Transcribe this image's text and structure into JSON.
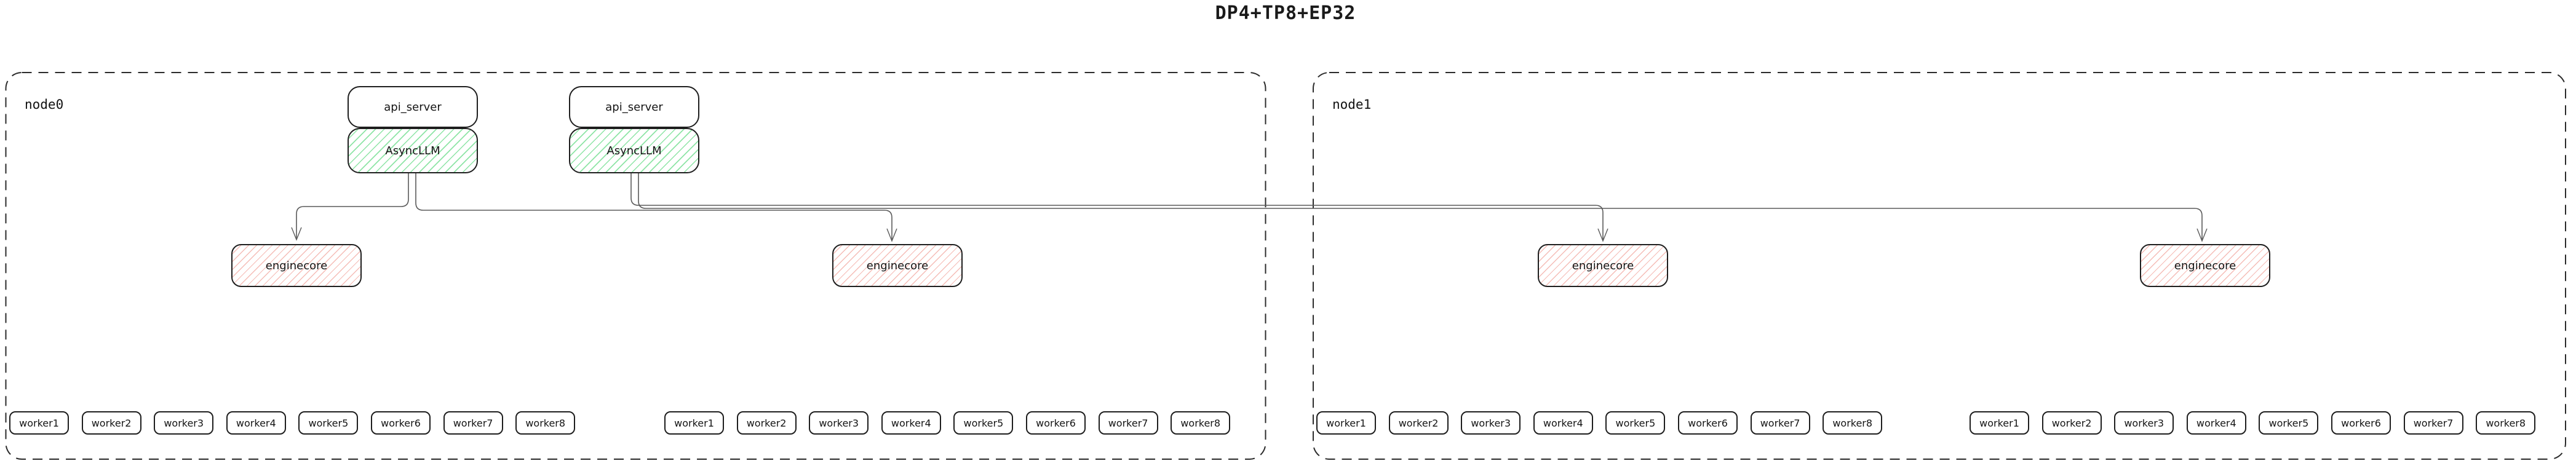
{
  "title": "DP4+TP8+EP32",
  "colors": {
    "box_border": "#1e1e1e",
    "node_border": "#2b2b2b",
    "connector": "#5a5a5a",
    "green_hatch": "#7ae096",
    "pink_hatch": "#f2a69e",
    "text": "#111111",
    "background": "#ffffff"
  },
  "nodes": [
    {
      "label": "node0",
      "stacks": [
        {
          "api": "api_server",
          "llm": "AsyncLLM"
        },
        {
          "api": "api_server",
          "llm": "AsyncLLM"
        }
      ],
      "enginecores": [
        "enginecore",
        "enginecore"
      ],
      "worker_groups": [
        [
          "worker1",
          "worker2",
          "worker3",
          "worker4",
          "worker5",
          "worker6",
          "worker7",
          "worker8"
        ],
        [
          "worker1",
          "worker2",
          "worker3",
          "worker4",
          "worker5",
          "worker6",
          "worker7",
          "worker8"
        ]
      ]
    },
    {
      "label": "node1",
      "stacks": [],
      "enginecores": [
        "enginecore",
        "enginecore"
      ],
      "worker_groups": [
        [
          "worker1",
          "worker2",
          "worker3",
          "worker4",
          "worker5",
          "worker6",
          "worker7",
          "worker8"
        ],
        [
          "worker1",
          "worker2",
          "worker3",
          "worker4",
          "worker5",
          "worker6",
          "worker7",
          "worker8"
        ]
      ]
    }
  ]
}
